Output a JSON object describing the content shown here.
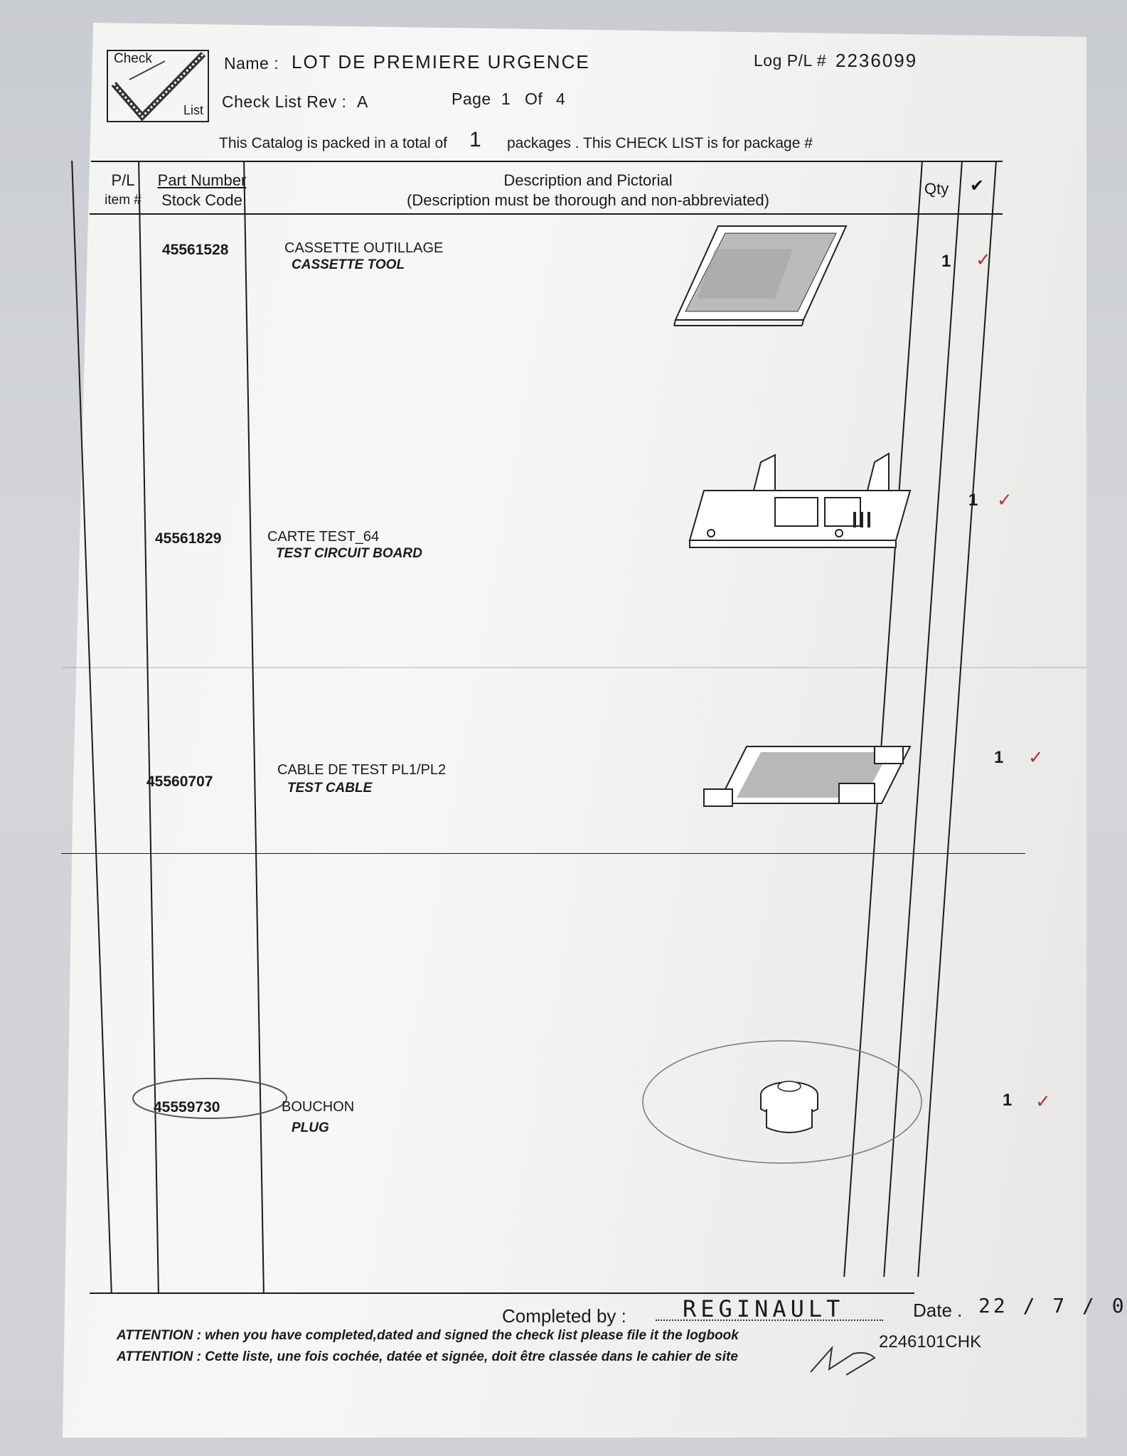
{
  "header": {
    "logo_top": "Check",
    "logo_bottom": "List",
    "name_label": "Name :",
    "name_value": "LOT DE PREMIERE URGENCE",
    "log_label": "Log P/L #",
    "log_value": "2236099",
    "rev_label": "Check List Rev :",
    "rev_value": "A",
    "page_label": "Page",
    "page_value": "1",
    "page_of": "Of",
    "page_total": "4",
    "catalog_text_1": "This Catalog is packed in a total of",
    "catalog_count": "1",
    "catalog_text_2": "packages . This CHECK LIST is for package #"
  },
  "columns": {
    "pl_1": "P/L",
    "pl_2": "item #",
    "part_1": "Part Number",
    "part_2": "Stock Code",
    "desc_1": "Description and Pictorial",
    "desc_2": "(Description must be thorough and non-abbreviated)",
    "qty": "Qty",
    "check": "✔"
  },
  "items": [
    {
      "part": "45561528",
      "desc_fr": "CASSETTE OUTILLAGE",
      "desc_en": "CASSETTE TOOL",
      "qty": "1",
      "check": "✓",
      "picture": "cassette-tool-picture"
    },
    {
      "part": "45561829",
      "desc_fr": "CARTE TEST_64",
      "desc_en": "TEST CIRCUIT BOARD",
      "qty": "1",
      "check": "✓",
      "picture": "circuit-board-picture"
    },
    {
      "part": "45560707",
      "desc_fr": "CABLE DE TEST PL1/PL2",
      "desc_en": "TEST CABLE",
      "qty": "1",
      "check": "✓",
      "picture": "test-cable-picture"
    },
    {
      "part": "45559730",
      "desc_fr": "BOUCHON",
      "desc_en": "PLUG",
      "qty": "1",
      "check": "✓",
      "picture": "plug-picture"
    }
  ],
  "footer": {
    "completed_label": "Completed by :",
    "completed_value": "REGINAULT",
    "date_label": "Date .",
    "date_value": "22 / 7 / 0",
    "attention_en": "ATTENTION : when you have completed,dated and signed the check list please file it the logbook",
    "attention_fr": "ATTENTION : Cette liste, une fois cochée, datée et signée, doit être classée dans le cahier de site",
    "doc_code": "2246101CHK"
  },
  "colors": {
    "check_mark": "#c0303a",
    "ink": "#1a1a1a"
  }
}
